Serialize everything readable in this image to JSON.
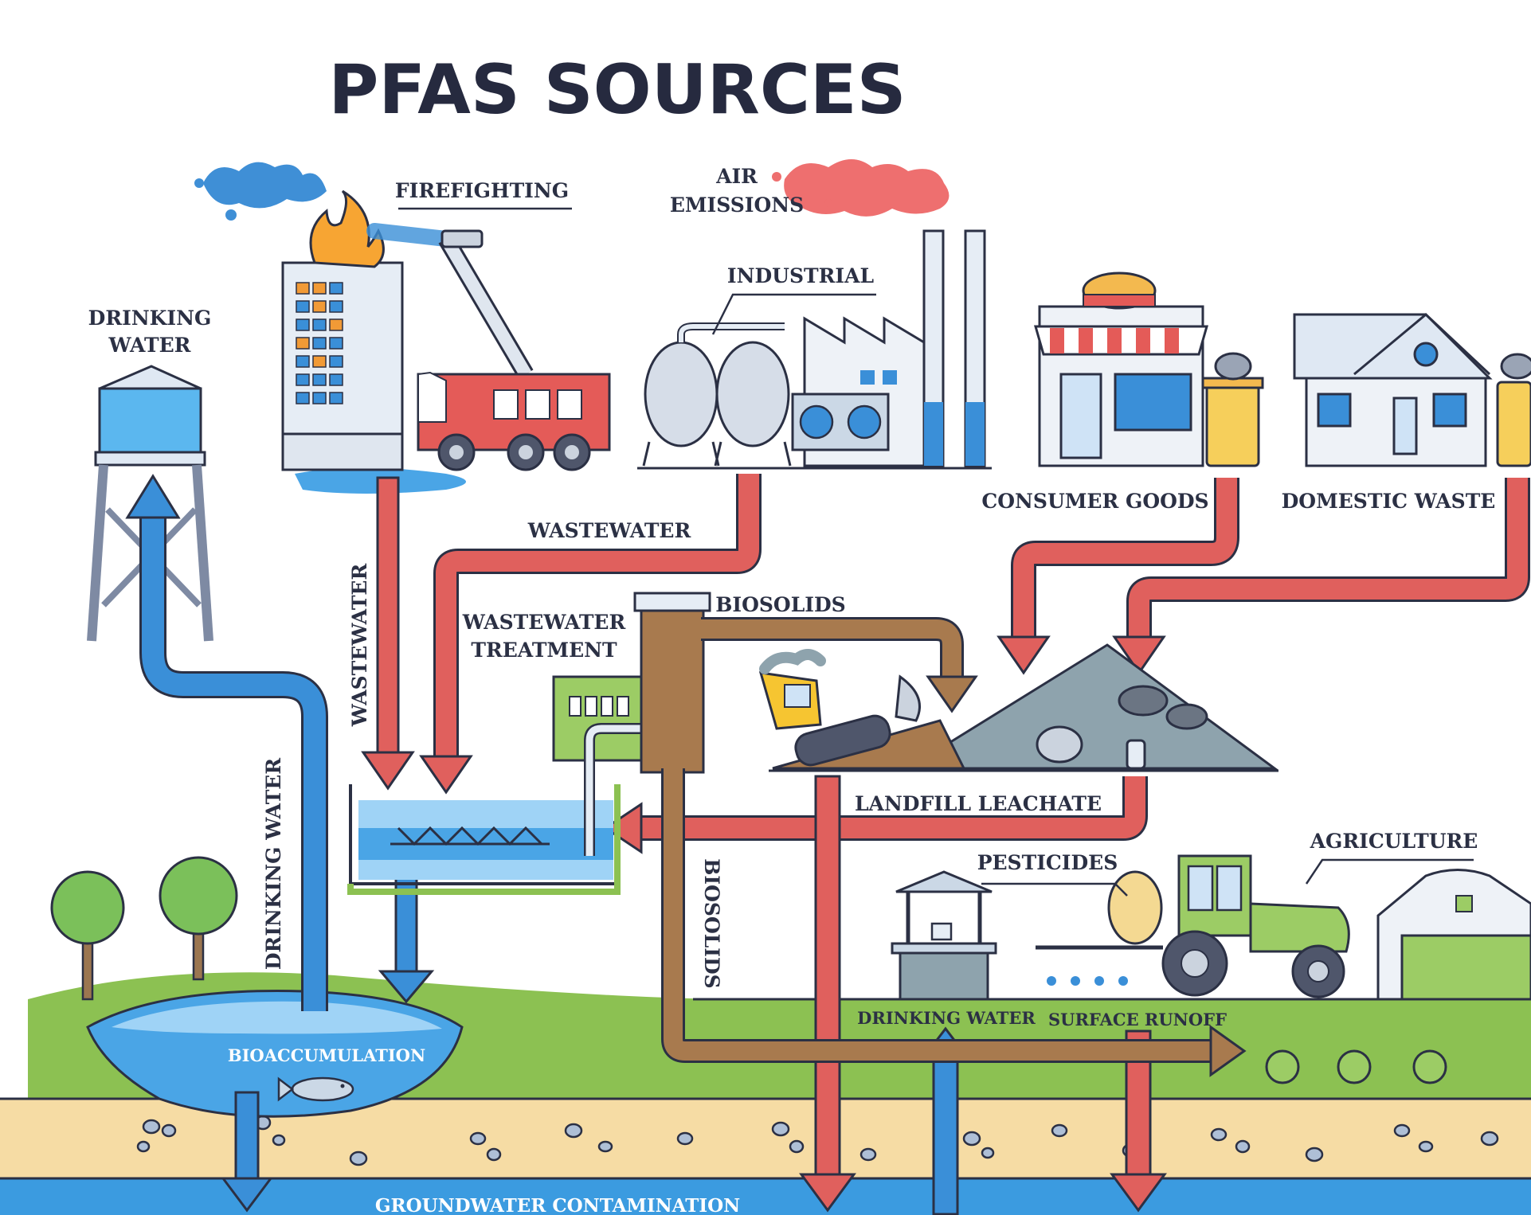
{
  "title": "PFAS SOURCES",
  "labels": {
    "firefighting": "FIREFIGHTING",
    "air_emissions_1": "AIR",
    "air_emissions_2": "EMISSIONS",
    "industrial": "INDUSTRIAL",
    "drinking_water_top_1": "DRINKING",
    "drinking_water_top_2": "WATER",
    "consumer_goods": "CONSUMER GOODS",
    "domestic_waste": "DOMESTIC WASTE",
    "wastewater_h": "WASTEWATER",
    "wastewater_v": "WASTEWATER",
    "wastewater_treatment_1": "WASTEWATER",
    "wastewater_treatment_2": "TREATMENT",
    "biosolids_h": "BIOSOLIDS",
    "biosolids_v": "BIOSOLIDS",
    "drinking_water_v": "DRINKING WATER",
    "landfill_leachate": "LANDFILL LEACHATE",
    "pesticides": "PESTICIDES",
    "agriculture": "AGRICULTURE",
    "drinking_water_bottom": "DRINKING WATER",
    "surface_runoff": "SURFACE RUNOFF",
    "bioaccumulation": "BIOACCUMULATION",
    "groundwater_contamination": "GROUNDWATER CONTAMINATION"
  },
  "colors": {
    "red_arrow": "#e0605d",
    "blue_arrow": "#3a8fd8",
    "brown_arrow": "#a87a4e",
    "grass": "#8cc152",
    "sand": "#f6dca4",
    "groundwater": "#3b9be0",
    "outline": "#2b3044",
    "ink": "#2b3044",
    "smoke_red": "#ee6f6f",
    "smoke_blue": "#3f8fd6"
  },
  "icons": [
    "fire-icon",
    "water-tower-icon",
    "fire-truck-icon",
    "factory-icon",
    "store-icon",
    "house-icon",
    "trash-bin-icon",
    "bulldozer-icon",
    "landfill-icon",
    "tree-icon",
    "fish-icon",
    "well-icon",
    "tractor-icon",
    "barn-icon",
    "cabbage-icon",
    "treatment-tank-icon"
  ]
}
